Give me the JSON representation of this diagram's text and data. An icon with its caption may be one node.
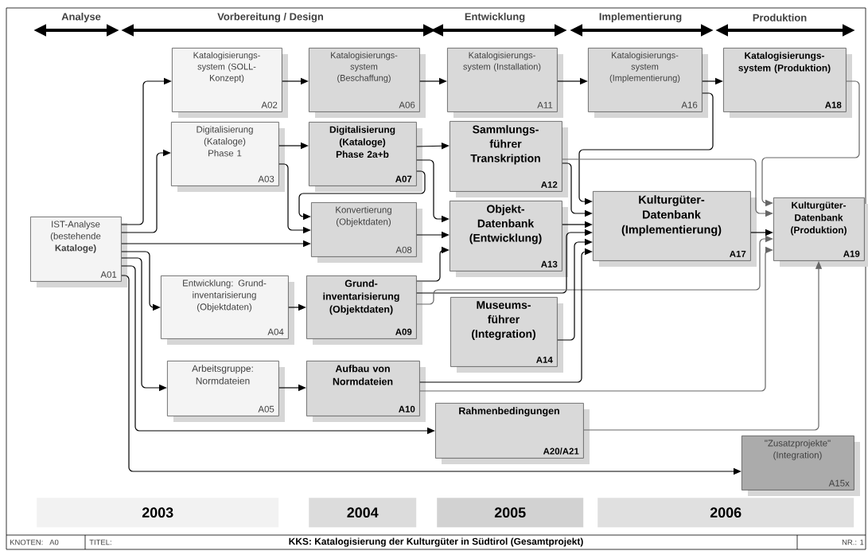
{
  "diagram": {
    "title": "KKS: Katalogisierung der Kulturgüter in Südtirol (Gesamtprojekt)",
    "nodes": [
      {
        "text": [
          "IST-Analyse (bestehende **Kataloge)**",
          "A01"
        ]
      },
      {
        "text": [
          "Katalogisierungs- system (SOLL-Konzept)",
          "A02"
        ]
      },
      {
        "text": [
          "Katalogisierungs- system (Beschaffung)",
          "A06"
        ]
      },
      {
        "text": [
          "Katalogisierungs- system (Installation)",
          "A11"
        ]
      },
      {
        "text": [
          "Katalogisierungs- system (Implementierung)",
          "A16"
        ]
      },
      {
        "text": [
          "Katalogisierungs- system (Produktion)",
          "A18"
        ]
      },
      {
        "text": [
          "Digitalisierung (Kataloge) Phase 1",
          "A03"
        ]
      },
      {
        "text": [
          "Digitalisierung (Kataloge) Phase 2a+b",
          "A07"
        ]
      },
      {
        "text": [
          "Sammlungs- führer Transkription",
          "A12"
        ]
      },
      {
        "text": [
          "Konvertierung (Objektdaten)",
          "A08"
        ]
      },
      {
        "text": [
          "Objekt- Datenbank (Entwicklung)",
          "A13"
        ]
      },
      {
        "text": [
          "Kulturgüter- Datenbank (Implementierung)",
          "A17"
        ]
      },
      {
        "text": [
          "Kulturgüter- Datenbank (Produktion)",
          "A19"
        ]
      },
      {
        "text": [
          "Entwicklung: Grund- inventarisierung (Objektdaten)",
          "A04"
        ]
      },
      {
        "text": [
          "Grund- inventarisierung (Objektdaten)",
          "A09"
        ]
      },
      {
        "text": [
          "Museums- führer (Integration)",
          "A14"
        ]
      },
      {
        "text": [
          "Arbeitsgruppe: Normdateien",
          "A05"
        ]
      },
      {
        "text": [
          "Aufbau von Normdateien",
          "A10"
        ]
      },
      {
        "text": [
          "Rahmenbedingungen",
          "A20/A21"
        ]
      },
      {
        "text": [
          "\"Zusatzprojekte\" (Integration)",
          "A15x"
        ]
      },
      {
        "text": [
          "2003"
        ]
      },
      {
        "text": [
          "2004"
        ]
      },
      {
        "text": [
          "2005"
        ]
      },
      {
        "text": [
          "2006"
        ]
      }
    ],
    "edges": [
      {
        "from": 0,
        "to": 1,
        "arrow": "to"
      },
      {
        "from": 0,
        "to": 6,
        "arrow": "to"
      },
      {
        "from": 0,
        "to": 9,
        "arrow": "to"
      },
      {
        "from": 0,
        "to": 13,
        "arrow": "to"
      },
      {
        "from": 0,
        "to": 16,
        "arrow": "to"
      },
      {
        "from": 0,
        "to": 18,
        "arrow": "to"
      },
      {
        "from": 0,
        "to": 19,
        "arrow": "to"
      },
      {
        "from": 1,
        "to": 2,
        "arrow": "to"
      },
      {
        "from": 2,
        "to": 3,
        "arrow": "to"
      },
      {
        "from": 3,
        "to": 4,
        "arrow": "to"
      },
      {
        "from": 4,
        "to": 5,
        "arrow": "to"
      },
      {
        "from": 4,
        "to": 11,
        "arrow": "to"
      },
      {
        "from": 5,
        "to": 12,
        "arrow": "to",
        "color": "#666666"
      },
      {
        "from": 6,
        "to": 7,
        "arrow": "to"
      },
      {
        "from": 6,
        "to": 9,
        "arrow": "to"
      },
      {
        "from": 7,
        "to": 8,
        "arrow": "to"
      },
      {
        "from": 7,
        "to": 9,
        "arrow": "to"
      },
      {
        "from": 7,
        "to": 10,
        "arrow": "to"
      },
      {
        "from": 9,
        "to": 10,
        "arrow": "to"
      },
      {
        "from": 8,
        "to": 11,
        "arrow": "to"
      },
      {
        "from": 8,
        "to": 12,
        "arrow": "to",
        "color": "#666666"
      },
      {
        "from": 10,
        "to": 11,
        "arrow": "to"
      },
      {
        "from": 14,
        "to": 10,
        "arrow": "to"
      },
      {
        "from": 14,
        "to": 11,
        "arrow": "to"
      },
      {
        "from": 14,
        "to": 12,
        "arrow": "to",
        "color": "#666666"
      },
      {
        "from": 15,
        "to": 11,
        "arrow": "to"
      },
      {
        "from": 17,
        "to": 11,
        "arrow": "to"
      },
      {
        "from": 17,
        "to": 12,
        "arrow": "to",
        "color": "#666666"
      },
      {
        "from": 11,
        "to": 12,
        "arrow": "to"
      },
      {
        "from": 13,
        "to": 14,
        "arrow": "to"
      },
      {
        "from": 16,
        "to": 17,
        "arrow": "to"
      },
      {
        "from": 18,
        "to": 12,
        "arrow": "to",
        "color": "#666666"
      }
    ],
    "labels": [
      "Analyse",
      "Vorbereitung / Design",
      "Entwicklung",
      "Implementierung",
      "Produktion",
      "KNOTEN:",
      "A0",
      "TITEL:",
      "NR.: 1"
    ]
  }
}
